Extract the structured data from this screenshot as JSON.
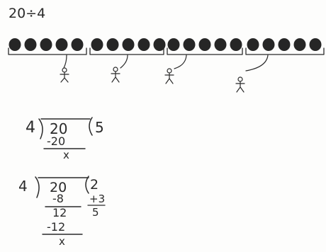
{
  "title": "20÷4",
  "groups": [
    {
      "count": 5
    },
    {
      "count": 5
    },
    {
      "count": 5
    },
    {
      "count": 5
    }
  ],
  "work_1": {
    "divisor": "4",
    "dividend": "20",
    "quotient": "5",
    "subtract": "-20",
    "remainder": "x"
  },
  "work_2": {
    "divisor": "4",
    "dividend": "20",
    "quotient": "2",
    "subtract_1": "-8",
    "partial": "12",
    "side_add": "+3",
    "side_total": "5",
    "subtract_2": "-12",
    "remainder": "x"
  }
}
